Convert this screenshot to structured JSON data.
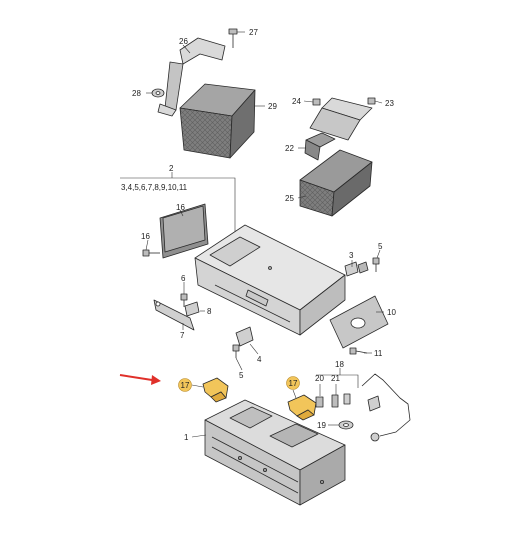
{
  "colors": {
    "part_fill": "#d9d9d9",
    "part_dark": "#8a8a8a",
    "part_mid": "#b5b5b5",
    "highlight": "#f2c55a",
    "arrow": "#e0302a",
    "line": "#2a2a2a"
  },
  "callouts": {
    "c1": "1",
    "c2": "2",
    "c2_sub": "3,4,5,6,7,8,9,10,11",
    "c4": "4",
    "c5a": "5",
    "c5b": "5",
    "c6": "6",
    "c7": "7",
    "c8": "8",
    "c10": "10",
    "c11": "11",
    "c16a": "16",
    "c16b": "16",
    "c17a": "17",
    "c17b": "17",
    "c18": "18",
    "c19": "19",
    "c20": "20",
    "c21": "21",
    "c22": "22",
    "c23": "23",
    "c24": "24",
    "c25": "25",
    "c26": "26",
    "c27": "27",
    "c28": "28",
    "c29": "29",
    "c3": "3"
  }
}
